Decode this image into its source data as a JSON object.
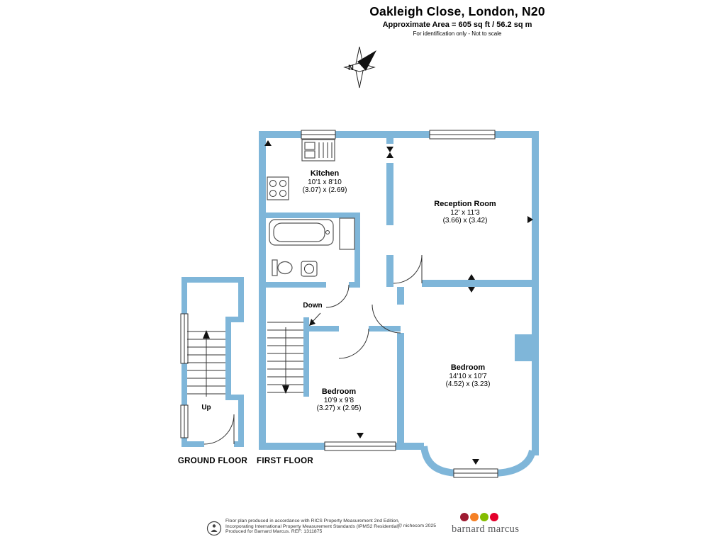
{
  "header": {
    "title": "Oakleigh Close, London, N20",
    "area_line": "Approximate Area = 605 sq ft / 56.2 sq m",
    "disclaimer": "For identification only - Not to scale"
  },
  "compass": {
    "label": "N"
  },
  "plan": {
    "first_floor": {
      "label": "FIRST FLOOR",
      "stair_label": "Down",
      "rooms": {
        "kitchen": {
          "name": "Kitchen",
          "imperial": "10'1 x 8'10",
          "metric": "(3.07) x (2.69)"
        },
        "reception_room": {
          "name": "Reception Room",
          "imperial": "12' x 11'3",
          "metric": "(3.66) x (3.42)"
        },
        "bedroom_rear": {
          "name": "Bedroom",
          "imperial": "14'10 x 10'7",
          "metric": "(4.52) x (3.23)"
        },
        "bedroom_front": {
          "name": "Bedroom",
          "imperial": "10'9 x 9'8",
          "metric": "(3.27) x (2.95)"
        }
      }
    },
    "ground_floor": {
      "label": "GROUND FLOOR",
      "stair_label": "Up"
    }
  },
  "footer": {
    "certification_line1": "Floor plan produced in accordance with RICS Property Measurement 2nd Edition,",
    "certification_line2": "Incorporating International Property Measurement Standards (IPMS2 Residential).",
    "certification_line3": "Produced for Barnard Marcus.    REF: 1311875",
    "copyright": "© nichecom 2025",
    "brand_name": "barnard marcus",
    "brand_colors": [
      "#9e1b32",
      "#f58025",
      "#84bd00",
      "#e4002b"
    ]
  },
  "colors": {
    "wall": "#7fb6d9"
  }
}
